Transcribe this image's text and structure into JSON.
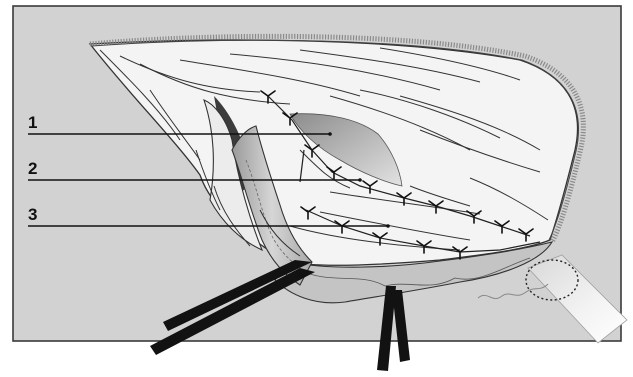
{
  "colors": {
    "panel": "#d2d2d2",
    "frame": "#3a3a3a",
    "tissue": "#f4f4f4",
    "muscle": "#bdbdbd",
    "cavity": "#3c3c3c",
    "instrument": "#121212",
    "suture": "#222222"
  },
  "callouts": [
    {
      "label": "1"
    },
    {
      "label": "2"
    },
    {
      "label": "3"
    }
  ]
}
